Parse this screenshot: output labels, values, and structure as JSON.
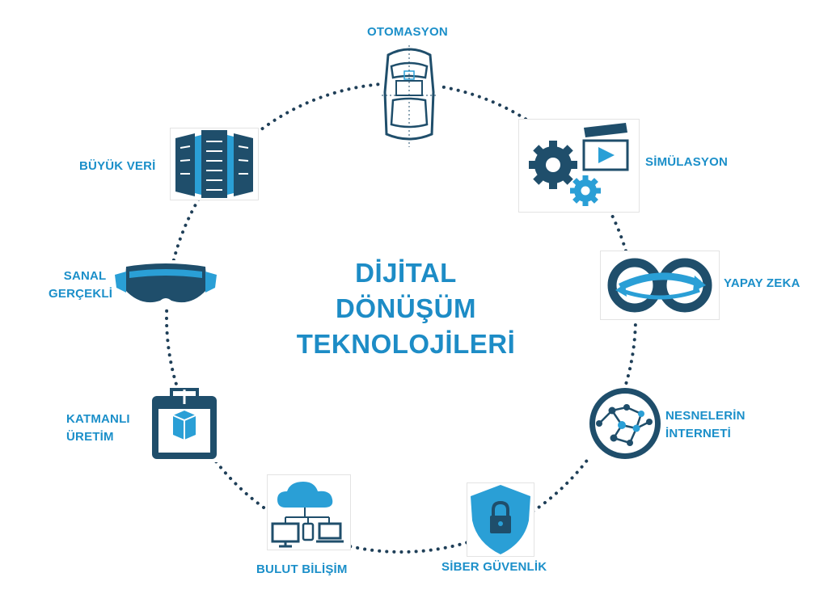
{
  "colors": {
    "dark": "#1f4e6b",
    "accent": "#2a9fd6",
    "ring": "#1f3f58"
  },
  "center": {
    "line1": "DİJİTAL",
    "line2": "DÖNÜŞÜM",
    "line3": "TEKNOLOJİLERİ"
  },
  "nodes": {
    "otomasyon": {
      "label": "OTOMASYON",
      "icon": "autonomous-car-icon"
    },
    "simulasyon": {
      "label": "SİMÜLASYON",
      "icon": "gears-clapperboard-icon"
    },
    "yapay_zeka": {
      "label": "YAPAY ZEKA",
      "icon": "infinity-loop-icon"
    },
    "nesnelerin_interneti": {
      "line1": "NESNELERİN",
      "line2": "İNTERNETİ",
      "icon": "network-globe-icon"
    },
    "siber_guvenlik": {
      "label": "SİBER GÜVENLİK",
      "icon": "shield-lock-icon"
    },
    "bulut_bilisim": {
      "label": "BULUT BİLİŞİM",
      "icon": "cloud-devices-icon"
    },
    "katmanli_uretim": {
      "line1": "KATMANLI",
      "line2": "ÜRETİM",
      "icon": "3d-printer-icon"
    },
    "sanal_gerceklik": {
      "line1": "SANAL",
      "line2": "GERÇEKLİK",
      "icon": "vr-headset-icon"
    },
    "buyuk_veri": {
      "label": "BÜYÜK VERİ",
      "icon": "server-racks-icon"
    }
  }
}
